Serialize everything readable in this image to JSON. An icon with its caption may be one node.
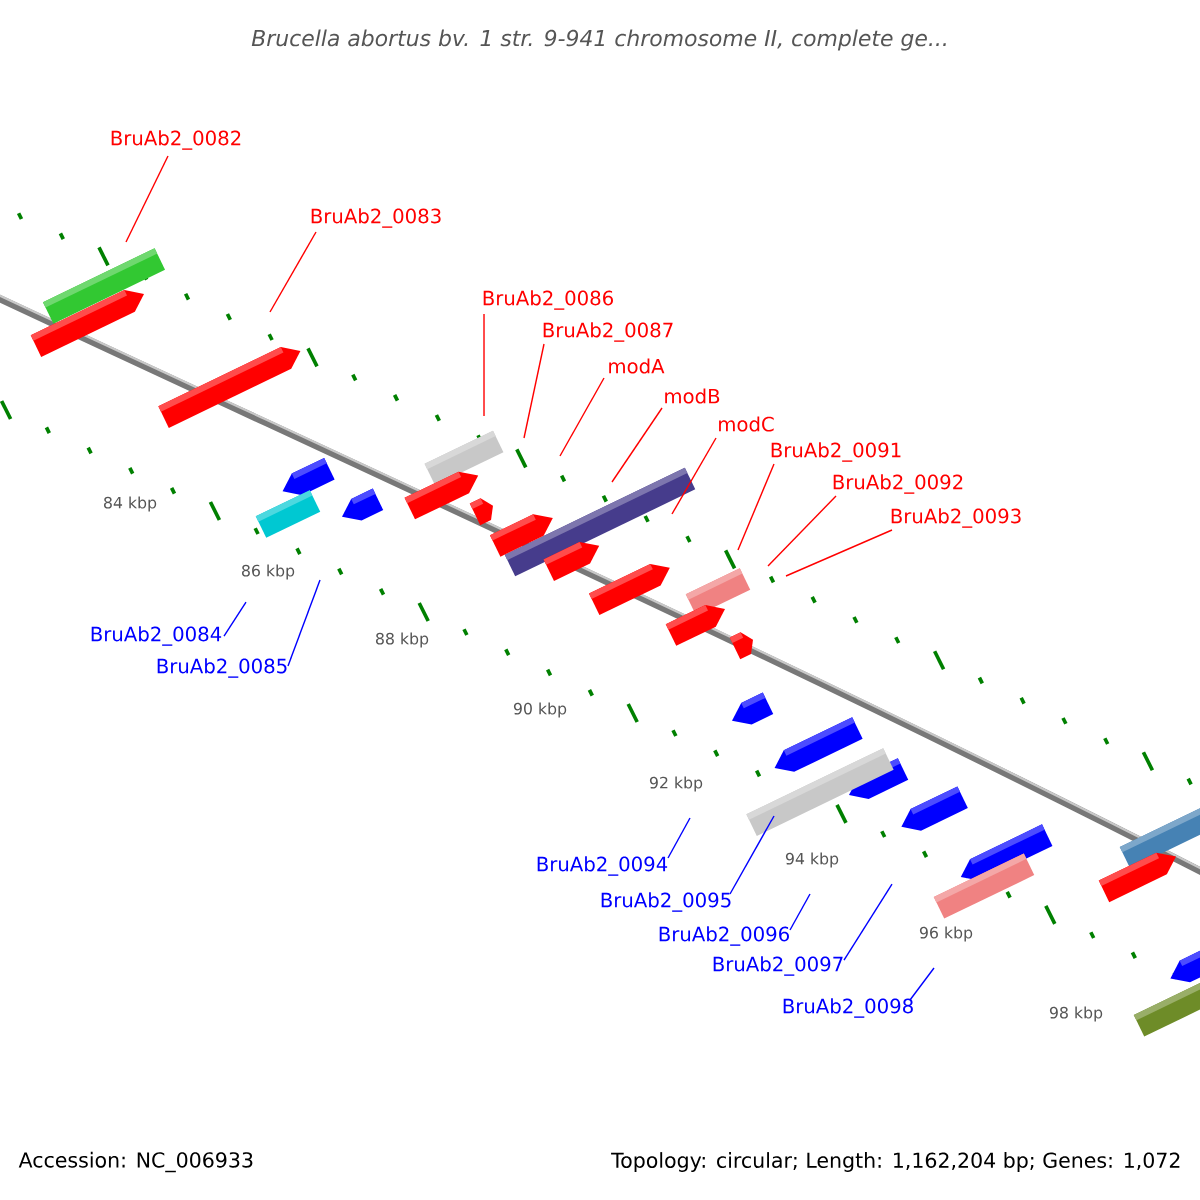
{
  "diagram": {
    "title": "Brucella abortus bv. 1 str. 9-941 chromosome II, complete ge...",
    "nodes": [
      {
        "text": [
          "BruAb2_0082"
        ]
      },
      {
        "text": [
          "BruAb2_0083"
        ]
      },
      {
        "text": [
          "BruAb2_0084"
        ]
      },
      {
        "text": [
          "BruAb2_0085"
        ]
      },
      {
        "text": [
          "BruAb2_0086"
        ]
      },
      {
        "text": [
          "BruAb2_0087"
        ]
      },
      {
        "text": [
          "modA"
        ]
      },
      {
        "text": [
          "modB"
        ]
      },
      {
        "text": [
          "modC"
        ]
      },
      {
        "text": [
          "BruAb2_0091"
        ]
      },
      {
        "text": [
          "BruAb2_0092"
        ]
      },
      {
        "text": [
          "BruAb2_0093"
        ]
      },
      {
        "text": [
          "BruAb2_0094"
        ]
      },
      {
        "text": [
          "BruAb2_0095"
        ]
      },
      {
        "text": [
          "BruAb2_0096"
        ]
      },
      {
        "text": [
          "BruAb2_0097"
        ]
      },
      {
        "text": [
          "BruAb2_0098"
        ]
      }
    ],
    "edges": [
      {
        "from": 0,
        "to": null,
        "arrow": "none"
      },
      {
        "from": 1,
        "to": null,
        "arrow": "none"
      },
      {
        "from": 2,
        "to": null,
        "arrow": "none",
        "color": "#0000ff"
      },
      {
        "from": 3,
        "to": null,
        "arrow": "none",
        "color": "#0000ff"
      },
      {
        "from": 4,
        "to": null,
        "arrow": "none"
      },
      {
        "from": 5,
        "to": null,
        "arrow": "none"
      },
      {
        "from": 6,
        "to": null,
        "arrow": "none"
      },
      {
        "from": 7,
        "to": null,
        "arrow": "none"
      },
      {
        "from": 8,
        "to": null,
        "arrow": "none"
      },
      {
        "from": 9,
        "to": null,
        "arrow": "none"
      },
      {
        "from": 10,
        "to": null,
        "arrow": "none"
      },
      {
        "from": 11,
        "to": null,
        "arrow": "none"
      },
      {
        "from": 12,
        "to": null,
        "arrow": "none",
        "color": "#0000ff"
      },
      {
        "from": 13,
        "to": null,
        "arrow": "none",
        "color": "#0000ff"
      },
      {
        "from": 14,
        "to": null,
        "arrow": "none",
        "color": "#0000ff"
      },
      {
        "from": 15,
        "to": null,
        "arrow": "none",
        "color": "#0000ff"
      },
      {
        "from": 16,
        "to": null,
        "arrow": "none",
        "color": "#0000ff"
      }
    ],
    "labels": [
      "84 kbp",
      "86 kbp",
      "88 kbp",
      "90 kbp",
      "92 kbp",
      "94 kbp",
      "96 kbp",
      "98 kbp",
      "Accession: NC_006933",
      "Topology: circular; Length: 1,162,204 bp; Genes: 1,072"
    ]
  }
}
